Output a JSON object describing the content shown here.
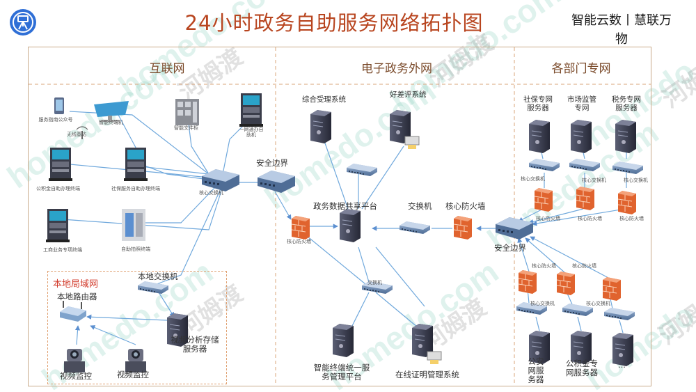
{
  "header": {
    "title": "24小时政务自助服务网络拓扑图",
    "brand_line1": "智能云数丨慧联万",
    "brand_line2": "物"
  },
  "watermarks": [
    "homedo.com",
    "河姆渡"
  ],
  "zones": {
    "internet": "互联网",
    "egov_extranet": "电子政务外网",
    "dept_private": "各部门专网"
  },
  "internet": {
    "phone_app": "服务指南公众号",
    "wifi": "无线基站",
    "tablet_kiosk": "智能终端机",
    "file_cabinet": "智能文件柜",
    "unified_kiosk": "一网通办自助机",
    "atm_left": "公积金自助办理终端",
    "atm_middle": "社保服务自助办理终端",
    "core_switch": "核心交换机",
    "business_kiosk": "工商业务专项终端",
    "photo_kiosk": "自助拍照终端"
  },
  "lan": {
    "title": "本地局域网",
    "local_switch": "本地交换机",
    "local_router": "本地路由器",
    "video_server": "视频分析存储服务器",
    "video_server_line1": "视频分析存储",
    "video_server_line2": "服务器",
    "camera_1": "视频监控",
    "camera_2": "视频监控"
  },
  "egov": {
    "security_border": "安全边界",
    "accept_system": "综合受理系统",
    "review_system": "好差评系统",
    "data_platform": "政务数据共享平台",
    "switch": "交换机",
    "core_firewall": "核心防火墙",
    "firewall_small": "核心防火墙",
    "switch_small": "交换机",
    "terminal_platform_line1": "智能终端统一服",
    "terminal_platform_line2": "务管理平台",
    "certificate_system": "在线证明管理系统"
  },
  "dept": {
    "security_border": "安全边界",
    "social_server_line1": "社保专网",
    "social_server_line2": "服务器",
    "market_server_line1": "市场监管",
    "market_server_line2": "专网",
    "tax_server_line1": "税务专网",
    "tax_server_line2": "服务器",
    "switch_label": "核心交换机",
    "firewall_label": "核心防火墙",
    "police_line1": "公安",
    "police_line2": "网服",
    "police_line3": "务器",
    "fund_line1": "公积金专",
    "fund_line2": "网服务器",
    "more": "..."
  },
  "colors": {
    "title": "#b8451f",
    "frame": "#c9a989",
    "divider": "#d9a47a",
    "link": "#6fa8dc",
    "firewall": "#e0632e",
    "server": "#3c3f4f",
    "lan_title": "#d23b2b"
  }
}
